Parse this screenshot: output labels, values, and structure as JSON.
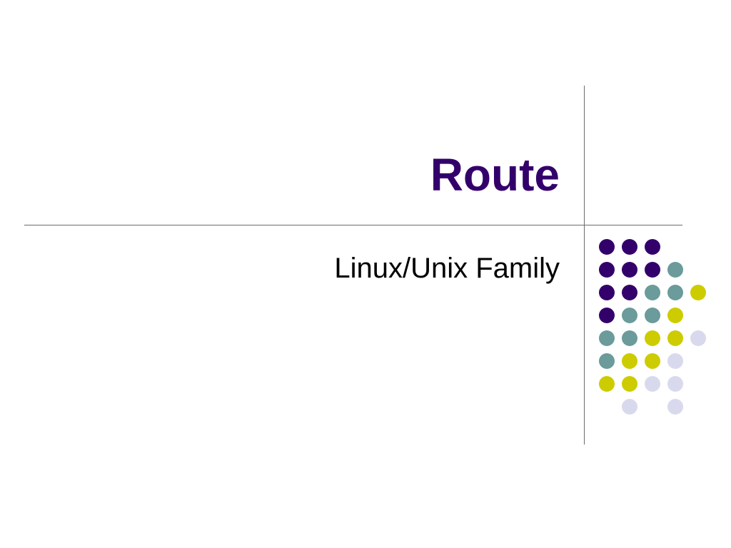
{
  "slide": {
    "title": "Route",
    "subtitle": "Linux/Unix Family"
  },
  "colors": {
    "title": "#33006b",
    "subtitle": "#000000",
    "rule": "#6b6b6b",
    "dot_palette": {
      "p": "#33006b",
      "t": "#6b9b9b",
      "y": "#cccc00",
      "l": "#d9d9ee"
    }
  },
  "dot_grid": [
    "ppp..",
    "pppt.",
    "pptty",
    "ptty.",
    "ttyyl",
    "tyyl.",
    "yyll.",
    ".l.l."
  ]
}
